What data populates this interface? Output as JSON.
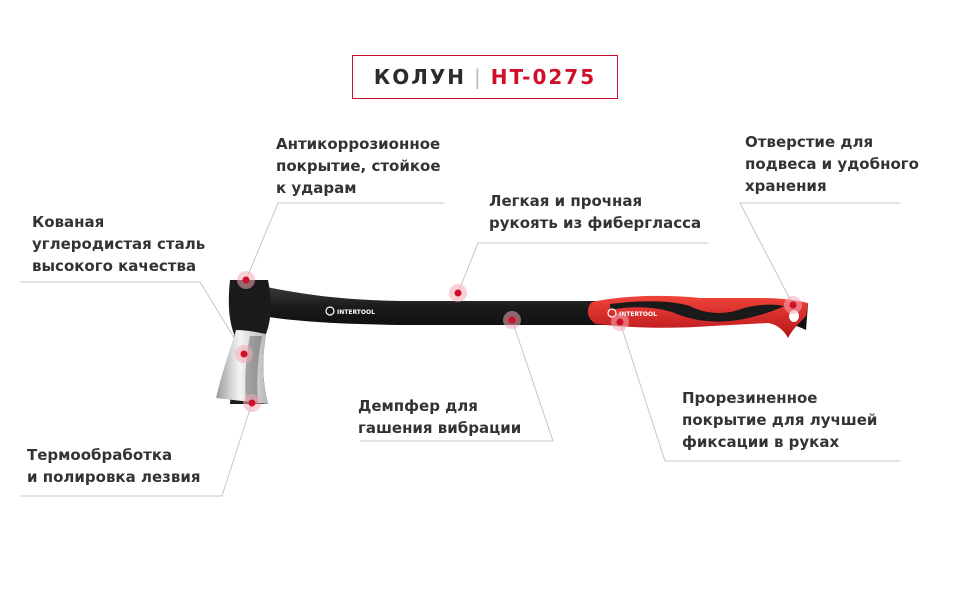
{
  "title": {
    "name": "КОЛУН",
    "separator": "|",
    "code": "HT-0275"
  },
  "brand_mark": "INTERTOOL",
  "callouts": {
    "steel": "Кованая\nуглеродистая сталь\nвысокого качества",
    "coating": "Антикоррозионное\nпокрытие, стойкое\nк ударам",
    "handle": "Легкая и прочная\nрукоять из фибергласса",
    "hole": "Отверстие для\nподвеса и удобного\nхранения",
    "damper": "Демпфер для\nгашения вибрации",
    "rubber": "Прорезиненное\nпокрытие для лучшей\nфиксации в руках",
    "blade": "Термообработка\nи полировка лезвия"
  },
  "colors": {
    "accent": "#d0102a",
    "handle": "#1c1c1c",
    "grip": "#e3262b",
    "leader": "#c7c7c7"
  }
}
